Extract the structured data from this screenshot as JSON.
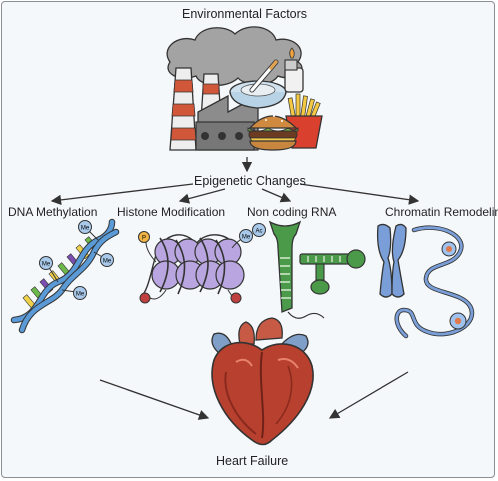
{
  "diagram": {
    "top_label": "Environmental Factors",
    "middle_label": "Epigenetic Changes",
    "mechanisms": [
      {
        "id": "dna",
        "label": "DNA Methylation",
        "marks": [
          "Me",
          "Me",
          "Me",
          "Me"
        ]
      },
      {
        "id": "histone",
        "label": "Histone Modification",
        "marks": [
          "P",
          "Me",
          "Ac"
        ]
      },
      {
        "id": "ncrna",
        "label": "Non coding RNA"
      },
      {
        "id": "chromatin",
        "label": "Chromatin Remodeling"
      }
    ],
    "outcome_label": "Heart Failure"
  },
  "colors": {
    "background": "#f5f8fb",
    "frame": "#8a8f95",
    "arrow": "#333333",
    "dna_blue": "#5a9ad6",
    "dna_yellow": "#f0d24a",
    "dna_green": "#6cb84a",
    "dna_purple": "#7a4db0",
    "histone": "#b9a6e0",
    "rna_green": "#4a9a4a",
    "chromosome": "#7a9fd8",
    "heart_red": "#b8402e",
    "smoke": "#9a9a9a",
    "burger": "#c9863e"
  },
  "icons": [
    "factory-icon",
    "smoke-cloud-icon",
    "ashtray-cigarette-icon",
    "lighter-icon",
    "fries-icon",
    "burger-icon",
    "dna-helix-icon",
    "nucleosome-icon",
    "rna-hairpin-icon",
    "chromosome-icon",
    "chromatin-fiber-icon",
    "heart-icon"
  ]
}
